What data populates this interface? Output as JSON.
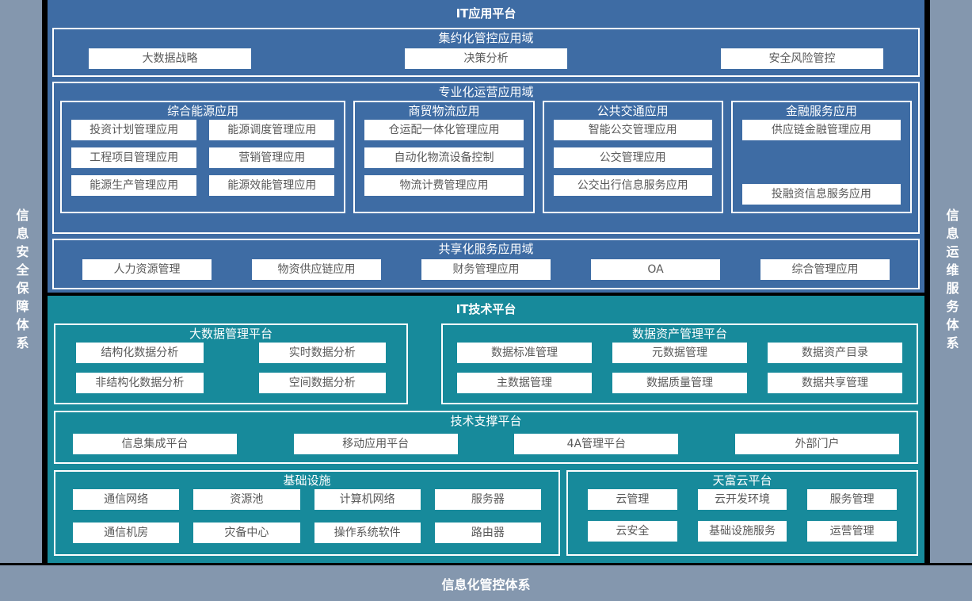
{
  "colors": {
    "app_bg": "#3E6CA4",
    "tech_bg": "#178A9B",
    "frame_bg": "#8497AE",
    "divider": "#000000",
    "item_text": "#595959",
    "title_text": "#FFFFFF"
  },
  "frame": {
    "left_label": "信息安全保障体系",
    "right_label": "信息运维服务体系",
    "bottom_label": "信息化管控体系"
  },
  "app_platform": {
    "title": "IT应用平台",
    "centralized": {
      "title": "集约化管控应用域",
      "items": [
        "大数据战略",
        "决策分析",
        "安全风险管控"
      ]
    },
    "professional": {
      "title": "专业化运营应用域",
      "groups": [
        {
          "title": "综合能源应用",
          "items": [
            "投资计划管理应用",
            "能源调度管理应用",
            "工程项目管理应用",
            "营销管理应用",
            "能源生产管理应用",
            "能源效能管理应用"
          ]
        },
        {
          "title": "商贸物流应用",
          "items": [
            "仓运配一体化管理应用",
            "自动化物流设备控制",
            "物流计费管理应用"
          ]
        },
        {
          "title": "公共交通应用",
          "items": [
            "智能公交管理应用",
            "公交管理应用",
            "公交出行信息服务应用"
          ]
        },
        {
          "title": "金融服务应用",
          "items": [
            "供应链金融管理应用",
            "投融资信息服务应用"
          ]
        }
      ]
    },
    "shared": {
      "title": "共享化服务应用域",
      "items": [
        "人力资源管理",
        "物资供应链应用",
        "财务管理应用",
        "OA",
        "综合管理应用"
      ]
    }
  },
  "tech_platform": {
    "title": "IT技术平台",
    "bigdata": {
      "title": "大数据管理平台",
      "items": [
        "结构化数据分析",
        "实时数据分析",
        "非结构化数据分析",
        "空间数据分析"
      ]
    },
    "data_asset": {
      "title": "数据资产管理平台",
      "items": [
        "数据标准管理",
        "元数据管理",
        "数据资产目录",
        "主数据管理",
        "数据质量管理",
        "数据共享管理"
      ]
    },
    "support": {
      "title": "技术支撑平台",
      "items": [
        "信息集成平台",
        "移动应用平台",
        "4A管理平台",
        "外部门户"
      ]
    },
    "infrastructure": {
      "title": "基础设施",
      "items": [
        "通信网络",
        "资源池",
        "计算机网络",
        "服务器",
        "通信机房",
        "灾备中心",
        "操作系统软件",
        "路由器"
      ]
    },
    "cloud": {
      "title": "天富云平台",
      "items": [
        "云管理",
        "云开发环境",
        "服务管理",
        "云安全",
        "基础设施服务",
        "运营管理"
      ]
    }
  }
}
